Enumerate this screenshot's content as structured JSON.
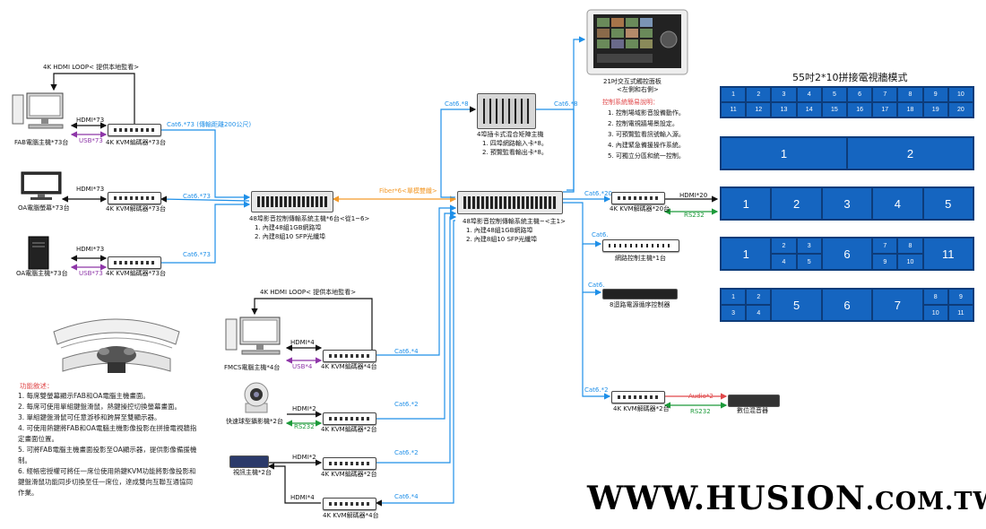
{
  "colors": {
    "blue": "#1e8fe8",
    "purple": "#8e36a8",
    "green": "#1c9a3a",
    "orange": "#f39a2a",
    "red": "#e0484a",
    "wall": "#1565c0"
  },
  "labels": {
    "loop_top": "4K HDMI LOOP< 提供本地監看>",
    "hdmi73_a": "HDMI*73",
    "usb73_a": "USB*73",
    "fab_pc": "FAB電腦主機*73台",
    "kvm_enc_73a": "4K KVM編碼器*73台",
    "cat6_73_dist": "Cat6.*73 (傳輸距離200公尺)",
    "hdmi73_b": "HDMI*73",
    "oa_monitor": "OA電腦螢幕*73台",
    "kvm_dec_73": "4K KVM解碼器*73台",
    "cat6_73_b": "Cat6.*73",
    "hdmi73_c": "HDMI*73",
    "usb73_c": "USB*73",
    "oa_pc": "OA電腦主機*73台",
    "kvm_enc_73c": "4K KVM編碼器*73台",
    "cat6_73_c": "Cat6.*73",
    "sub_host": "48埠影音控制傳輸系統主機*6台<從1~6>",
    "sub_host_1": "1. 內建48組1GB網路埠",
    "sub_host_2": "2. 內建8組10 SFP光纖埠",
    "fiber": "Fiber*6<單模雙纖>",
    "main_host": "48埠影音控制傳輸系統主機~<主1>",
    "main_host_1": "1. 內建48組1GB網路埠",
    "main_host_2": "2. 內建8組10 SFP光纖埠",
    "matrix": "4埠插卡式混合矩陣主機",
    "matrix_1": "1. 四埠網路輸入卡*8。",
    "matrix_2": "2. 預覽監看輸出卡*8。",
    "cat6_8_l": "Cat6.*8",
    "cat6_8_r": "Cat6.*8",
    "panel_title": "21吋交互式觸控面板",
    "panel_sub": "<左側和右側>",
    "ctrl_title": "控制系統簡易說明：",
    "ctrl_items": [
      "1. 控制場域影音設備動作。",
      "2. 控制電視牆場景設定。",
      "3. 可預覽監看訊號輸入源。",
      "4. 內建緊急備援操作系統。",
      "5. 可獨立分區和統一控制。"
    ],
    "cat6_20": "Cat6.*20",
    "kvm_dec_20": "4K KVM解碼器*20台",
    "hdmi20": "HDMI*20",
    "rs232_20": "RS232",
    "cat6_net": "Cat6.",
    "net_ctrl": "網路控制主機*1台",
    "cat6_pwr": "Cat6.",
    "pwr_seq": "8迴路電源循序控制器",
    "cat6_2r": "Cat6.*2",
    "kvm_dec_2": "4K KVM解碼器*2台",
    "audio2": "Audio*2",
    "rs232_dsp": "RS232",
    "dsp": "數位混音器",
    "loop_mid": "4K HDMI LOOP< 提供本地監看>",
    "hdmi4": "HDMI*4",
    "usb4": "USB*4",
    "fmcs_pc": "FMCS電腦主機*4台",
    "kvm_enc_4": "4K KVM編碼器*4台",
    "cat6_4a": "Cat6.*4",
    "hdmi2_cam": "HDMI*2",
    "rs232_cam": "RS232",
    "camera": "快速球型攝影機*2台",
    "kvm_enc_2a": "4K KVM編碼器*2台",
    "cat6_2a": "Cat6.*2",
    "hdmi2_vid": "HDMI*2",
    "video_host": "視訊主機*2台",
    "kvm_enc_2b": "4K KVM編碼器*2台",
    "cat6_2b": "Cat6.*2",
    "hdmi4_dec": "HDMI*4",
    "kvm_dec_4": "4K KVM解碼器*4台",
    "cat6_4b": "Cat6.*4",
    "func_title": "功能敘述：",
    "func_items": [
      "1.  每席雙螢幕顯示FAB和OA電腦主機畫面。",
      "2.  每席可使用單組鍵盤滑鼠，熱鍵操控切換螢幕畫面。",
      "3.  單組鍵盤滑鼠可任意游移和跨屏至雙顯示器。",
      "4.  可使用熱鍵將FAB和OA電腦主機影像投影在拼接電視牆指定畫面位置。",
      "5.  可將FAB電腦主機畫面投影至OA顯示器，提供影像備援機制。",
      "6.  經帳密授權可將任一席位使用熱鍵KVM功能將影像投影和鍵盤滑鼠功能同步切換至任一席位，達成雙向互聯互通協同作業。"
    ],
    "wall_title": "55吋2*10拼接電視牆模式"
  },
  "wall_modes": {
    "grid20": [
      "1",
      "2",
      "3",
      "4",
      "5",
      "6",
      "7",
      "8",
      "9",
      "10",
      "11",
      "12",
      "13",
      "14",
      "15",
      "16",
      "17",
      "18",
      "19",
      "20"
    ],
    "split2": [
      "1",
      "2"
    ],
    "split5": [
      "1",
      "2",
      "3",
      "4",
      "5"
    ],
    "mixA": [
      "1",
      "2",
      "3",
      "6",
      "4",
      "5",
      "7",
      "8",
      "11",
      "9",
      "10"
    ],
    "mixB": [
      "1",
      "2",
      "5",
      "6",
      "7",
      "8",
      "9",
      "3",
      "4",
      "10",
      "11"
    ]
  },
  "brand": {
    "main": "WWW.HUSION",
    "tail": ".COM.TW"
  }
}
